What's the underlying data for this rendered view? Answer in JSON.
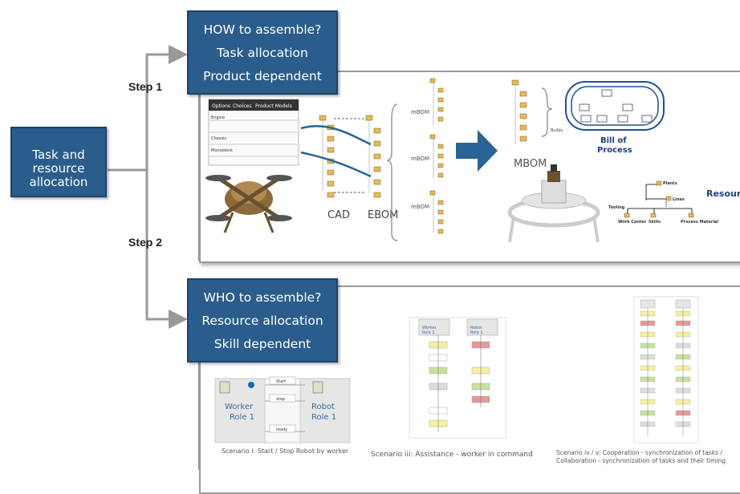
{
  "main_box": {
    "lines": [
      "Task and",
      "resource",
      "allocation"
    ]
  },
  "steps": {
    "step1": "Step 1",
    "step2": "Step 2"
  },
  "how_box": {
    "lines": [
      "HOW to assemble?",
      "Task allocation",
      "Product dependent"
    ]
  },
  "who_box": {
    "lines": [
      "WHO to assemble?",
      "Resource allocation",
      "Skill dependent"
    ]
  },
  "panel1": {
    "table_headers": [
      "Options",
      "Choices",
      "Product Models"
    ],
    "table_rows": [
      "Engine",
      "Chassis",
      "Monoblock"
    ],
    "cad_label": "CAD",
    "ebom_label": "EBOM",
    "mbom_small_labels": [
      "mBOM",
      "mBOM",
      "mBOM"
    ],
    "mbom_label": "MBOM",
    "builds_label": "Builds",
    "bill_of_process": [
      "Bill of",
      "Process"
    ],
    "resources_label": "Resources",
    "resource_tree": [
      "Plants",
      "Lines",
      "Tooling",
      "Work Center",
      "Skills",
      "Process Material"
    ]
  },
  "panel2": {
    "scenario1": {
      "worker_label": [
        "Worker",
        "Role 1"
      ],
      "robot_label": [
        "Robot",
        "Role 1"
      ],
      "messages": [
        "Start",
        "stop",
        "ready"
      ],
      "caption": "Scenario i: Start / Stop Robot by worker"
    },
    "scenario2": {
      "worker_label": [
        "Worker",
        "Role 1"
      ],
      "robot_label": [
        "Robot",
        "Role 1"
      ],
      "caption": "Scenario iii: Assistance - worker in command"
    },
    "scenario3": {
      "caption_lines": [
        "Scenario iv / v: Cooperation - synchronization of tasks /",
        "Collaboration - synchronization of tasks and their timing"
      ]
    }
  },
  "colors": {
    "box_fill": "#2a5d8c",
    "arrow": "#2a6496",
    "connector": "#999999"
  }
}
